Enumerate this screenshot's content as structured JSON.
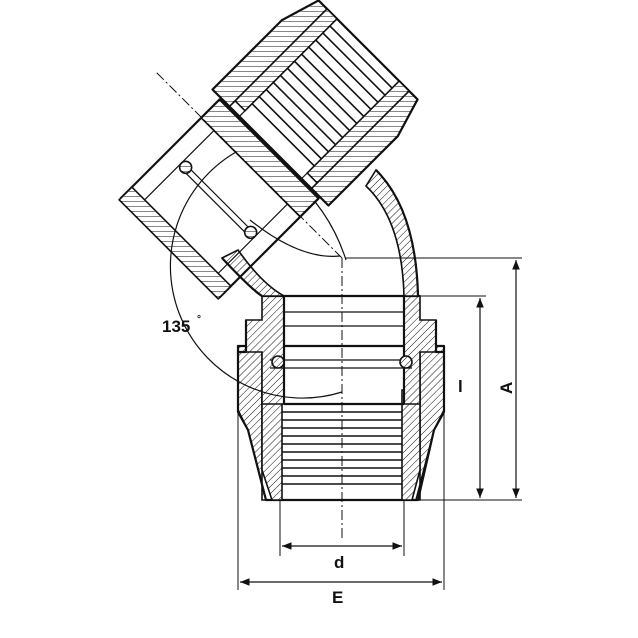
{
  "drawing": {
    "angle_label": "135",
    "angle_unit": "°",
    "dimensions": {
      "inner_depth": "l",
      "overall_height": "A",
      "pipe_diameter": "d",
      "outer_diameter": "E"
    }
  }
}
